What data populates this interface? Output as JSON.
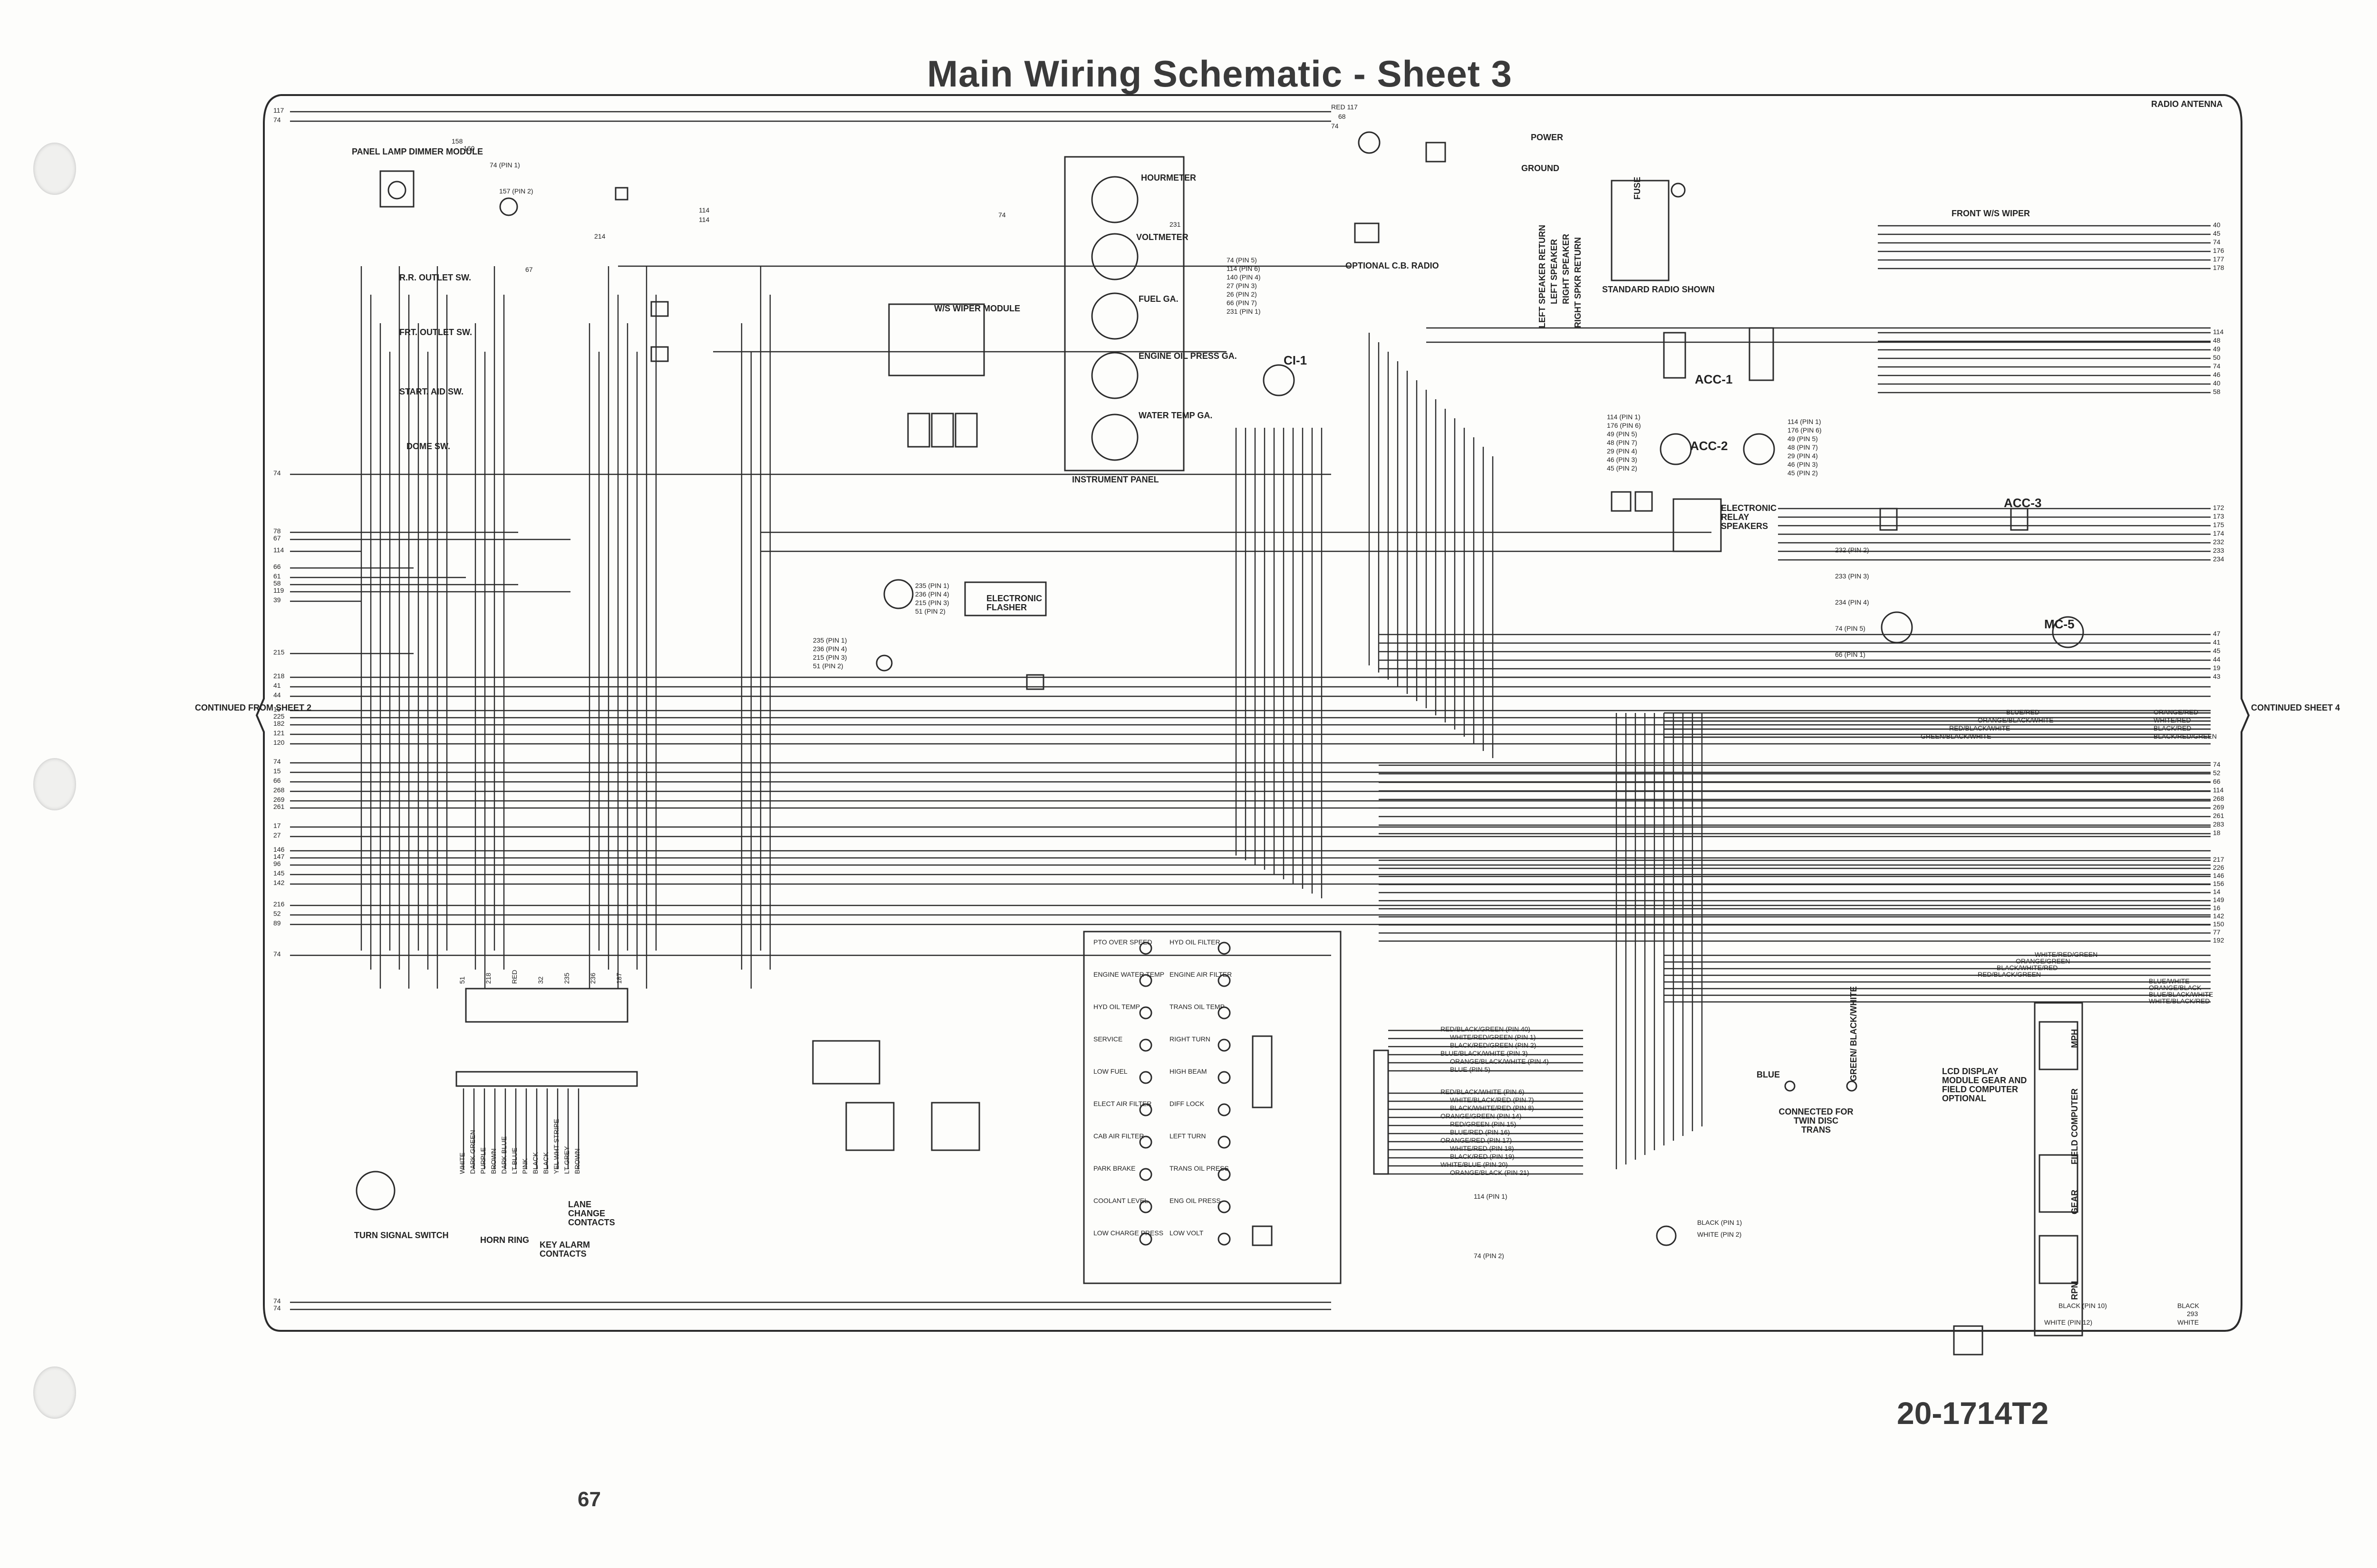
{
  "title": "Main Wiring Schematic - Sheet 3",
  "document_number": "20-1714T2",
  "page_number": "67",
  "continued_from": "CONTINUED FROM SHEET 2",
  "continued_to": "CONTINUED SHEET 4",
  "components": {
    "panel_lamp": "PANEL LAMP DIMMER MODULE",
    "rr_outlet": "R.R. OUTLET SW.",
    "frt_outlet": "FRT. OUTLET SW.",
    "start_aid": "START. AID SW.",
    "dome": "DOME SW.",
    "ws_wiper_module": "W/S WIPER MODULE",
    "hourmeter": "HOURMETER",
    "voltmeter": "VOLTMETER",
    "fuel_ga": "FUEL GA.",
    "engine_oil_press": "ENGINE OIL PRESS GA.",
    "water_temp": "WATER TEMP GA.",
    "instrument_panel": "INSTRUMENT PANEL",
    "optional_cb": "OPTIONAL C.B. RADIO",
    "power": "POWER",
    "ground": "GROUND",
    "fuse": "FUSE",
    "standard_radio": "STANDARD RADIO SHOWN",
    "radio_antenna": "RADIO ANTENNA",
    "front_ws_wiper": "FRONT W/S WIPER",
    "acc1": "ACC-1",
    "acc2": "ACC-2",
    "acc3": "ACC-3",
    "ci1": "CI-1",
    "mc5": "MC-5",
    "relay_speakers": "ELECTRONIC RELAY SPEAKERS",
    "flasher": "ELECTRONIC FLASHER",
    "turn_signal": "TURN SIGNAL SWITCH",
    "horn_ring": "HORN RING",
    "key_alarm": "KEY ALARM CONTACTS",
    "lane_change": "LANE CHANGE CONTACTS",
    "lcd_display": "LCD DISPLAY MODULE GEAR AND FIELD COMPUTER OPTIONAL",
    "twin_disc": "CONNECTED FOR TWIN DISC TRANS",
    "blue": "BLUE",
    "green_black_white": "GREEN/ BLACK/WHITE",
    "mph": "MPH",
    "field_computer": "FIELD COMPUTER",
    "gear": "GEAR",
    "rpm": "RPM"
  },
  "radio_wires": [
    "LEFT SPEAKER RETURN",
    "LEFT SPEAKER",
    "RIGHT SPEAKER",
    "RIGHT SPKR RETURN"
  ],
  "warning_lights_left": [
    "PTO OVER SPEED",
    "ENGINE WATER TEMP",
    "HYD OIL TEMP",
    "SERVICE",
    "LOW FUEL",
    "ELECT AIR FILTER",
    "CAB AIR FILTER",
    "PARK BRAKE",
    "COOLANT LEVEL",
    "LOW CHARGE PRESS"
  ],
  "warning_lights_right": [
    "HYD OIL FILTER",
    "ENGINE AIR FILTER",
    "TRANS OIL TEMP",
    "RIGHT TURN",
    "HIGH BEAM",
    "DIFF LOCK",
    "LEFT TURN",
    "TRANS OIL PRESS",
    "ENG OIL PRESS",
    "LOW VOLT"
  ],
  "left_edge_numbers": [
    "117",
    "74",
    "74",
    "78",
    "67",
    "114",
    "66",
    "61",
    "58",
    "119",
    "39",
    "215",
    "218",
    "41",
    "44",
    "19",
    "225",
    "182",
    "121",
    "120",
    "74",
    "15",
    "66",
    "268",
    "269",
    "261",
    "17",
    "27",
    "146",
    "147",
    "96",
    "145",
    "142",
    "216",
    "52",
    "89",
    "74",
    "74",
    "74"
  ],
  "right_edge_numbers": [
    "40",
    "45",
    "74",
    "176",
    "177",
    "178",
    "114",
    "48",
    "49",
    "50",
    "74",
    "46",
    "40",
    "58",
    "172",
    "173",
    "175",
    "174",
    "232",
    "233",
    "234",
    "47",
    "41",
    "45",
    "44",
    "19",
    "43",
    "74",
    "52",
    "66",
    "114",
    "268",
    "269",
    "261",
    "283",
    "18",
    "217",
    "226",
    "146",
    "156",
    "14",
    "149",
    "16",
    "142",
    "150",
    "77",
    "192"
  ],
  "right_color_labels": [
    "BLUE/RED",
    "ORANGE/BLACK/WHITE",
    "RED/BLACK/WHITE",
    "GREEN/BLACK/WHITE",
    "ORANGE/RED",
    "WHITE/RED",
    "BLACK/RED",
    "BLACK/RED/GREEN",
    "WHITE/RED/GREEN",
    "ORANGE/GREEN",
    "BLACK/WHITE/RED",
    "RED/BLACK/GREEN",
    "BLUE/WHITE",
    "ORANGE/BLACK",
    "BLUE/BLACK/WHITE",
    "WHITE/BLACK/RED"
  ],
  "lcd_pins": [
    "RED/BLACK/GREEN (PIN 40)",
    "WHITE/RED/GREEN (PIN 1)",
    "BLACK/RED/GREEN (PIN 2)",
    "BLUE/BLACK/WHITE (PIN 3)",
    "ORANGE/BLACK/WHITE (PIN 4)",
    "BLUE (PIN 5)",
    "RED/BLACK/WHITE (PIN 6)",
    "WHITE/BLACK/RED (PIN 7)",
    "BLACK/WHITE/RED (PIN 8)",
    "ORANGE/GREEN (PIN 14)",
    "RED/GREEN (PIN 15)",
    "BLUE/RED (PIN 16)",
    "ORANGE/RED (PIN 17)",
    "WHITE/RED (PIN 18)",
    "BLACK/RED (PIN 19)",
    "WHITE/BLUE (PIN 20)",
    "ORANGE/BLACK (PIN 21)"
  ],
  "bottom_right": [
    "BLACK (PIN 1)",
    "WHITE (PIN 2)",
    "BLACK (PIN 10)",
    "WHITE (PIN 12)",
    "BLACK",
    "293",
    "WHITE",
    "114 (PIN 1)",
    "74 (PIN 2)"
  ],
  "turn_signal_wires": [
    "WHITE",
    "DARK GREEN",
    "PURPLE",
    "BROWN",
    "DARK BLUE",
    "LT BLUE",
    "PINK",
    "BLACK",
    "BLACK",
    "YEL WHT STRIPE",
    "LT GREY",
    "BROWN"
  ],
  "bottom_connector_numbers": [
    "51",
    "218",
    "RED",
    "32",
    "235",
    "236",
    "187"
  ],
  "ci1_pins": [
    "74 (PIN 5)",
    "114 (PIN 6)",
    "140 (PIN 4)",
    "27 (PIN 3)",
    "26 (PIN 2)",
    "66 (PIN 7)",
    "231 (PIN 1)"
  ],
  "acc2_pins": [
    "114 (PIN 1)",
    "176 (PIN 6)",
    "49 (PIN 5)",
    "48 (PIN 7)",
    "29 (PIN 4)",
    "46 (PIN 3)",
    "45 (PIN 2)"
  ],
  "mc5_pins": [
    "232 (PIN 2)",
    "233 (PIN 3)",
    "234 (PIN 4)",
    "74 (PIN 5)",
    "66 (PIN 1)"
  ],
  "flasher_pins": [
    "235 (PIN 1)",
    "236 (PIN 4)",
    "215 (PIN 3)",
    "51 (PIN 2)"
  ],
  "top_labels": [
    "RED 117",
    "68",
    "74",
    "158",
    "160",
    "74 (PIN 1)",
    "157 (PIN 2)",
    "114",
    "114",
    "231",
    "214",
    "67",
    "74"
  ]
}
